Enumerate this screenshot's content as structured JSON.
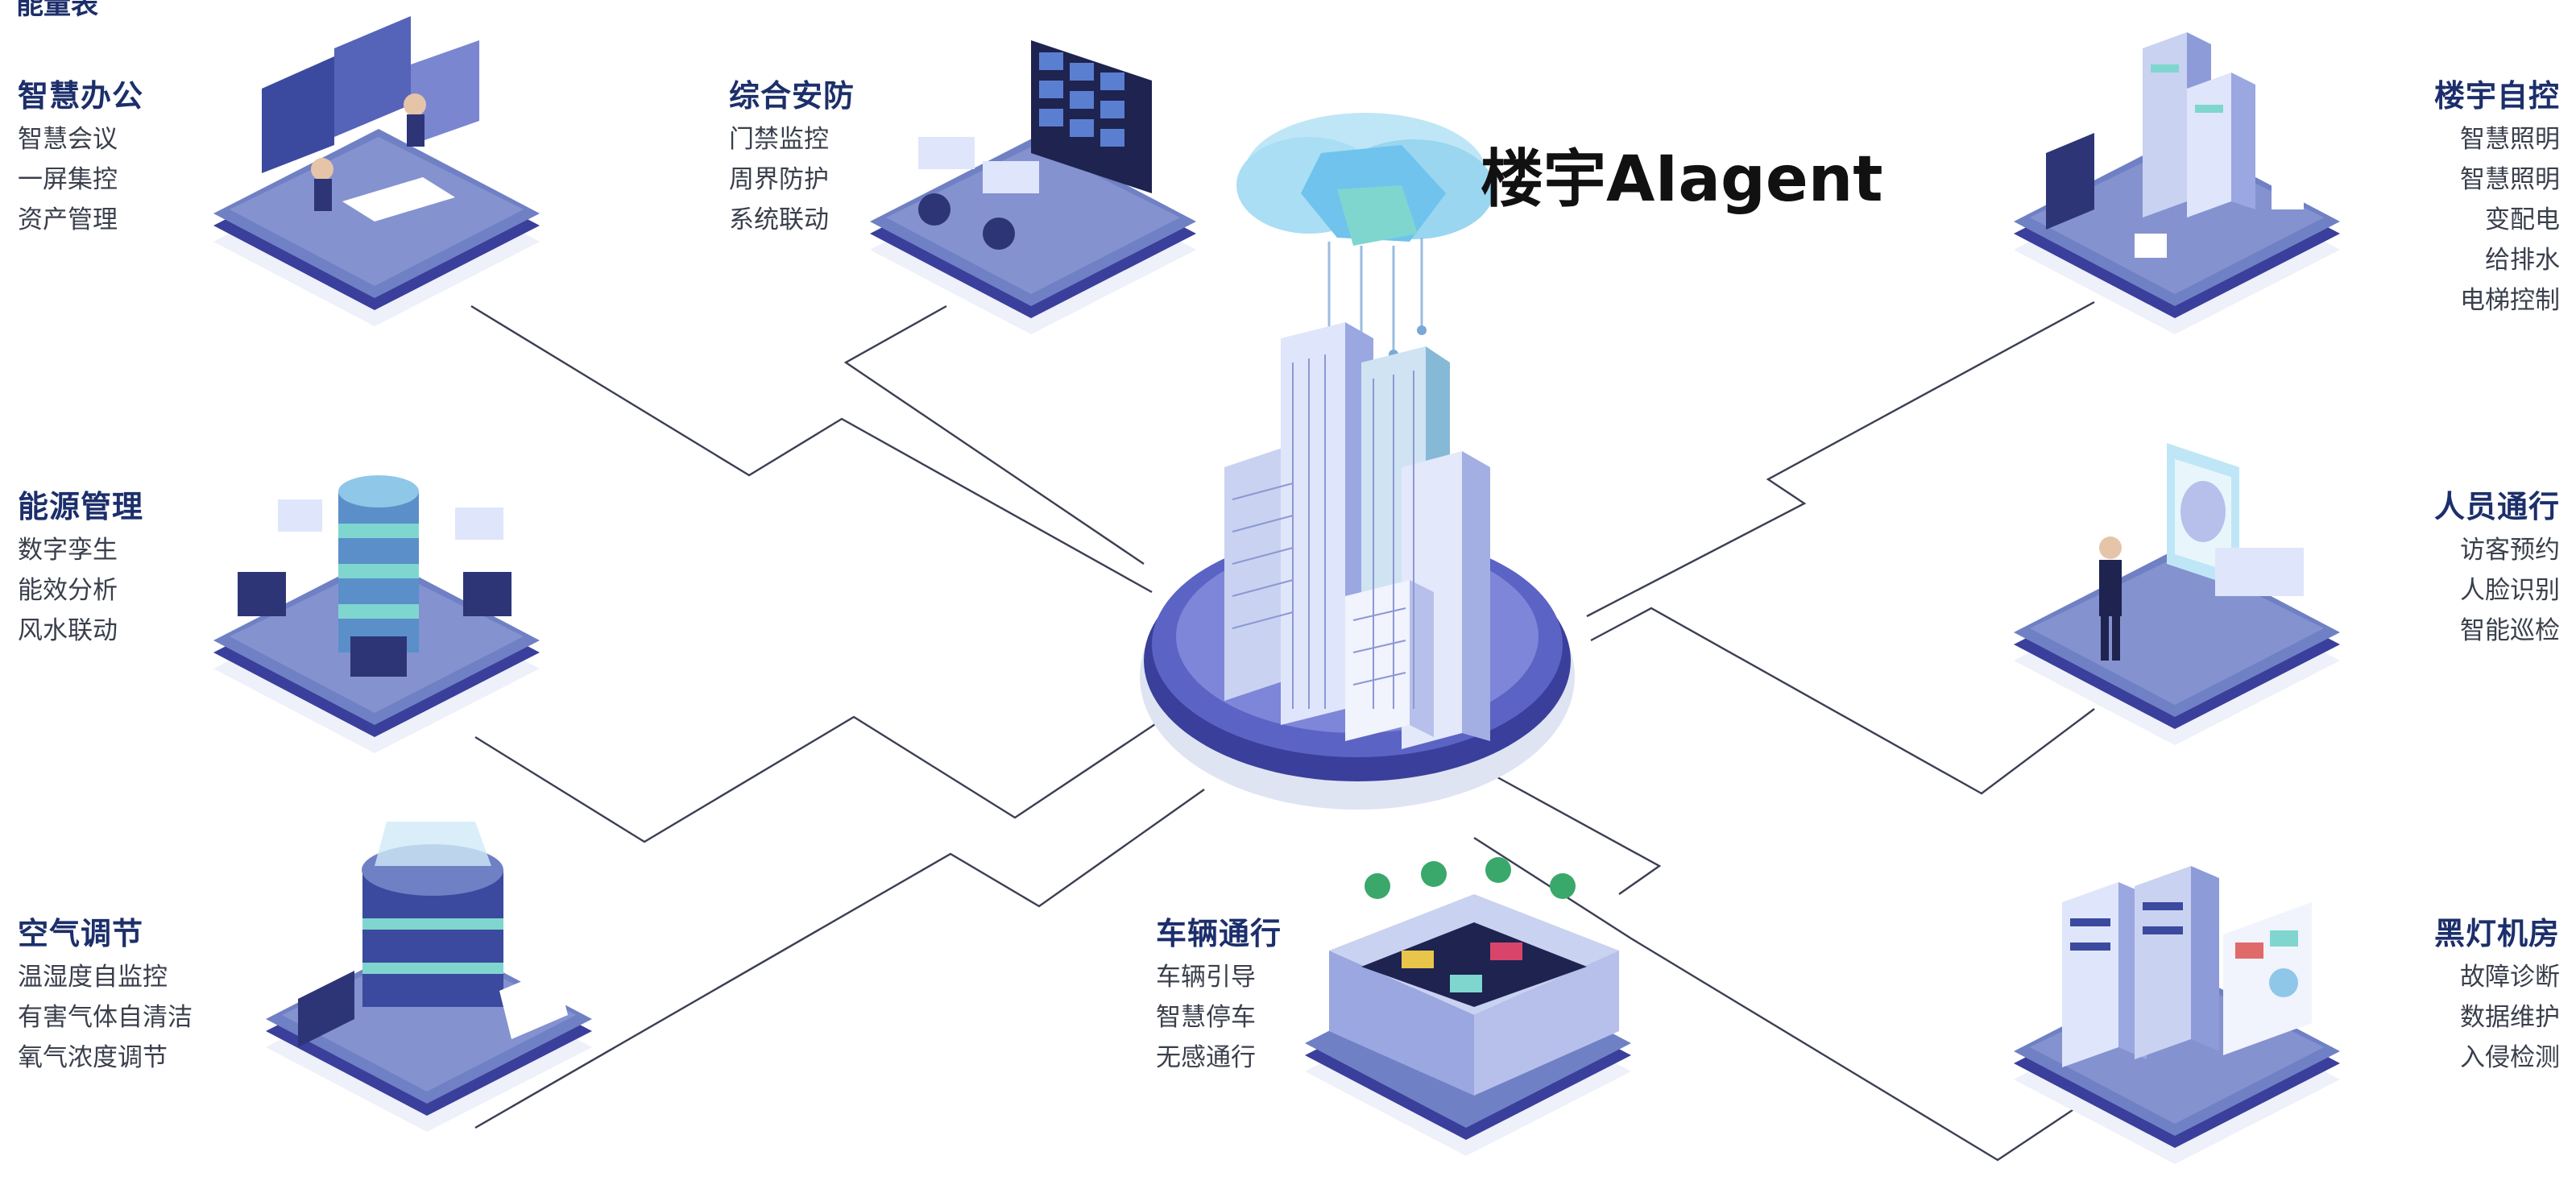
{
  "cut_title": "能量表",
  "hub": {
    "title": "楼宇AIagent"
  },
  "modules": {
    "office": {
      "title": "智慧办公",
      "items": [
        "智慧会议",
        "一屏集控",
        "资产管理"
      ]
    },
    "security": {
      "title": "综合安防",
      "items": [
        "门禁监控",
        "周界防护",
        "系统联动"
      ]
    },
    "energy": {
      "title": "能源管理",
      "items": [
        "数字孪生",
        "能效分析",
        "风水联动"
      ]
    },
    "air": {
      "title": "空气调节",
      "items": [
        "温湿度自监控",
        "有害气体自清洁",
        "氧气浓度调节"
      ]
    },
    "vehicle": {
      "title": "车辆通行",
      "items": [
        "车辆引导",
        "智慧停车",
        "无感通行"
      ]
    },
    "building": {
      "title": "楼宇自控",
      "items": [
        "智慧照明",
        "智慧照明",
        "变配电",
        "给排水",
        "电梯控制"
      ]
    },
    "people": {
      "title": "人员通行",
      "items": [
        "访客预约",
        "人脸识别",
        "智能巡检"
      ]
    },
    "server": {
      "title": "黑灯机房",
      "items": [
        "故障诊断",
        "数据维护",
        "入侵检测"
      ]
    }
  },
  "colors": {
    "title": "#1c2f6b",
    "platform_top": "#6f80c4",
    "platform_side": "#3b4a9e",
    "wire": "#3b3f52",
    "cloud": "#8fd3f0"
  }
}
